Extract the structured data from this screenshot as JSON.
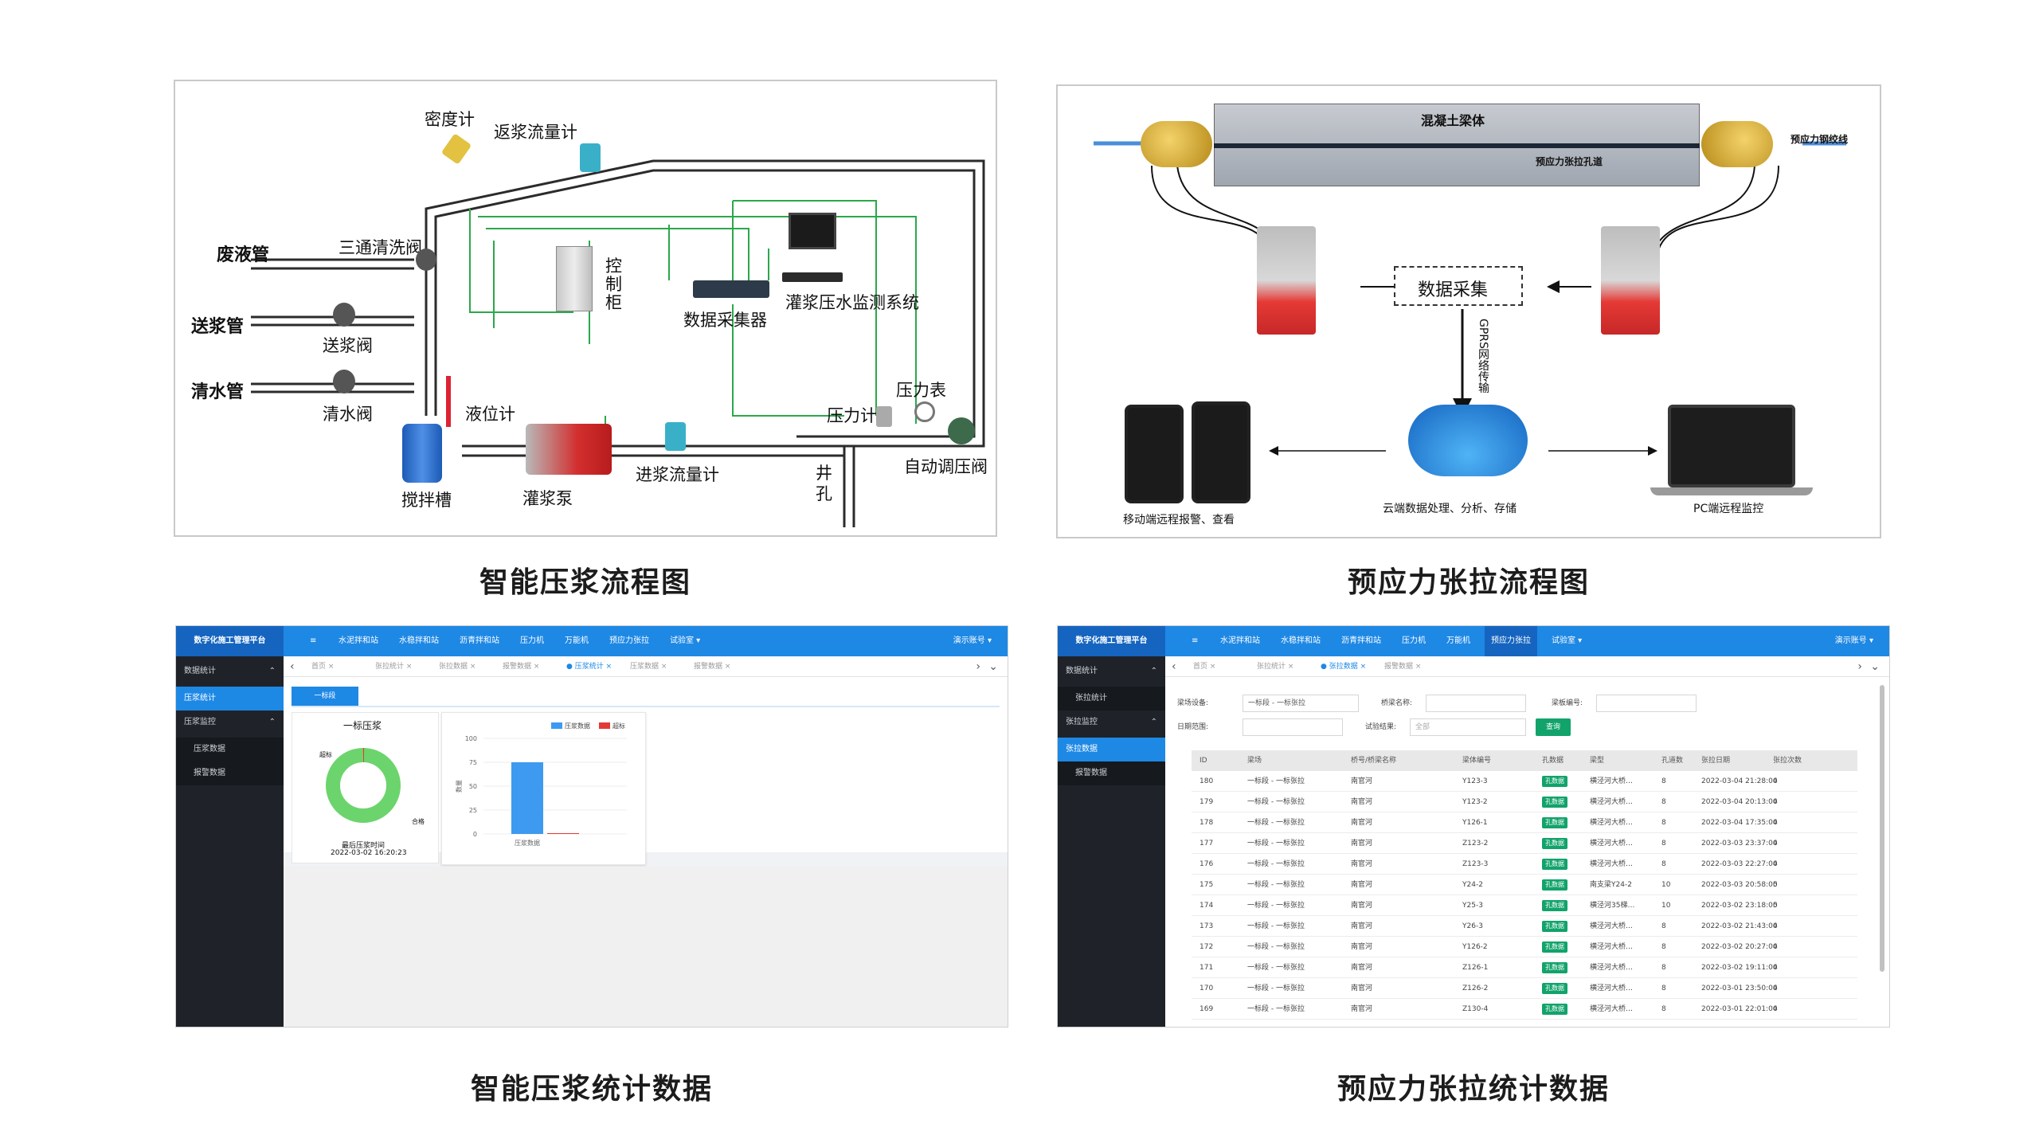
{
  "panel1": {
    "caption": "智能压浆流程图",
    "labels": {
      "density": "密度计",
      "return_flow": "返浆流量计",
      "waste_pipe": "废液管",
      "three_way": "三通清洗阀",
      "control_1": "控",
      "control_2": "制",
      "control_3": "柜",
      "send_pipe": "送浆管",
      "send_valve": "送浆阀",
      "data_collector": "数据采集器",
      "monitor_system": "灌浆压水监测系统",
      "water_pipe": "清水管",
      "water_valve": "清水阀",
      "level_gauge": "液位计",
      "pressure_gauge": "压力表",
      "pressure_meter": "压力计",
      "well_1": "井",
      "well_2": "孔",
      "mixer": "搅拌槽",
      "pump": "灌浆泵",
      "in_flow": "进浆流量计",
      "auto_valve": "自动调压阀"
    }
  },
  "panel2": {
    "caption": "预应力张拉流程图",
    "beam_title": "混凝土梁体",
    "duct_label": "预应力张拉孔道",
    "strand_label": "预应力钢绞线",
    "data_collect": "数据采集",
    "gprs": "GPRS网络传输",
    "mobile": "移动端远程报警、查看",
    "cloud": "云端数据处理、分析、存储",
    "pc": "PC端远程监控"
  },
  "panel3": {
    "caption": "智能压浆统计数据",
    "app": {
      "brand": "数字化施工管理平台",
      "nav": [
        "≡",
        "水泥拌和站",
        "水稳拌和站",
        "沥青拌和站",
        "压力机",
        "万能机",
        "预应力张拉",
        "试验室 ▾"
      ],
      "user": "演示账号 ▾",
      "side": [
        {
          "label": "数据统计",
          "type": "group"
        },
        {
          "label": "压浆统计",
          "type": "active"
        },
        {
          "label": "压浆监控",
          "type": "group"
        },
        {
          "label": "压浆数据",
          "type": "sub"
        },
        {
          "label": "报警数据",
          "type": "sub"
        }
      ],
      "crumbs": [
        "首页",
        "张拉统计",
        "张拉数据",
        "报警数据",
        "● 压浆统计",
        "压浆数据",
        "报警数据"
      ],
      "tab": "一标段",
      "card_title": "一标压浆",
      "legend_ok": "超标",
      "legend_pass": "合格",
      "last_time_label": "最后压浆时间",
      "last_time": "2022-03-02 16:20:23"
    }
  },
  "panel4": {
    "caption": "预应力张拉统计数据",
    "app": {
      "brand": "数字化施工管理平台",
      "nav": [
        "≡",
        "水泥拌和站",
        "水稳拌和站",
        "沥青拌和站",
        "压力机",
        "万能机",
        "预应力张拉",
        "试验室 ▾"
      ],
      "active_nav": "预应力张拉",
      "user": "演示账号 ▾",
      "side": [
        {
          "label": "数据统计",
          "type": "group"
        },
        {
          "label": "张拉统计",
          "type": "sub"
        },
        {
          "label": "张拉监控",
          "type": "group"
        },
        {
          "label": "张拉数据",
          "type": "active"
        },
        {
          "label": "报警数据",
          "type": "sub"
        }
      ],
      "crumbs": [
        "首页",
        "张拉统计",
        "● 张拉数据",
        "报警数据"
      ],
      "form": {
        "field_label": "梁场设备:",
        "field_value": "一标段 - 一标张拉",
        "bridge_label": "桥梁名称:",
        "beam_label": "梁板编号:",
        "date_label": "日期范围:",
        "result_label": "试验结果:",
        "result_value": "全部",
        "query": "查询"
      },
      "columns": [
        "ID",
        "梁场",
        "桥号/桥梁名称",
        "梁体编号",
        "孔数据",
        "梁型",
        "孔道数",
        "张拉日期",
        "张拉次数"
      ],
      "badge": "孔数据",
      "rows": [
        [
          "180",
          "一标段 - 一标张拉",
          "南官河",
          "Y123-3",
          "横泾河大桥…",
          "8",
          "2022-03-04 21:28:00",
          "4"
        ],
        [
          "179",
          "一标段 - 一标张拉",
          "南官河",
          "Y123-2",
          "横泾河大桥…",
          "8",
          "2022-03-04 20:13:00",
          "4"
        ],
        [
          "178",
          "一标段 - 一标张拉",
          "南官河",
          "Y126-1",
          "横泾河大桥…",
          "8",
          "2022-03-04 17:35:00",
          "4"
        ],
        [
          "177",
          "一标段 - 一标张拉",
          "南官河",
          "Z123-2",
          "横泾河大桥…",
          "8",
          "2022-03-03 23:37:00",
          "4"
        ],
        [
          "176",
          "一标段 - 一标张拉",
          "南官河",
          "Z123-3",
          "横泾河大桥…",
          "8",
          "2022-03-03 22:27:00",
          "4"
        ],
        [
          "175",
          "一标段 - 一标张拉",
          "南官河",
          "Y24-2",
          "南支梁Y24-2",
          "10",
          "2022-03-03 20:58:00",
          "5"
        ],
        [
          "174",
          "一标段 - 一标张拉",
          "南官河",
          "Y25-3",
          "横泾河35梯…",
          "10",
          "2022-03-02 23:18:00",
          "5"
        ],
        [
          "173",
          "一标段 - 一标张拉",
          "南官河",
          "Y26-3",
          "横泾河大桥…",
          "8",
          "2022-03-02 21:43:00",
          "4"
        ],
        [
          "172",
          "一标段 - 一标张拉",
          "南官河",
          "Y126-2",
          "横泾河大桥…",
          "8",
          "2022-03-02 20:27:00",
          "4"
        ],
        [
          "171",
          "一标段 - 一标张拉",
          "南官河",
          "Z126-1",
          "横泾河大桥…",
          "8",
          "2022-03-02 19:11:00",
          "4"
        ],
        [
          "170",
          "一标段 - 一标张拉",
          "南官河",
          "Z126-2",
          "横泾河大桥…",
          "8",
          "2022-03-01 23:50:00",
          "4"
        ],
        [
          "169",
          "一标段 - 一标张拉",
          "南官河",
          "Z130-4",
          "横泾河大桥…",
          "8",
          "2022-03-01 22:01:00",
          "4"
        ]
      ]
    }
  },
  "chart_data": {
    "type": "bar",
    "categories": [
      "压浆数据"
    ],
    "series": [
      {
        "name": "压浆数据",
        "values": [
          75
        ],
        "color": "#3d9af0"
      },
      {
        "name": "超标",
        "values": [
          0
        ],
        "color": "#e53935"
      }
    ],
    "ylim": [
      0,
      100
    ],
    "yticks": [
      0,
      25,
      50,
      75,
      100
    ],
    "ylabel": "数量"
  },
  "colors": {
    "pipe": "#2b2b2b",
    "signal": "#2ba84a",
    "primary": "#1e88e5",
    "sidebar": "#1f2329",
    "badge": "#12a36b"
  }
}
